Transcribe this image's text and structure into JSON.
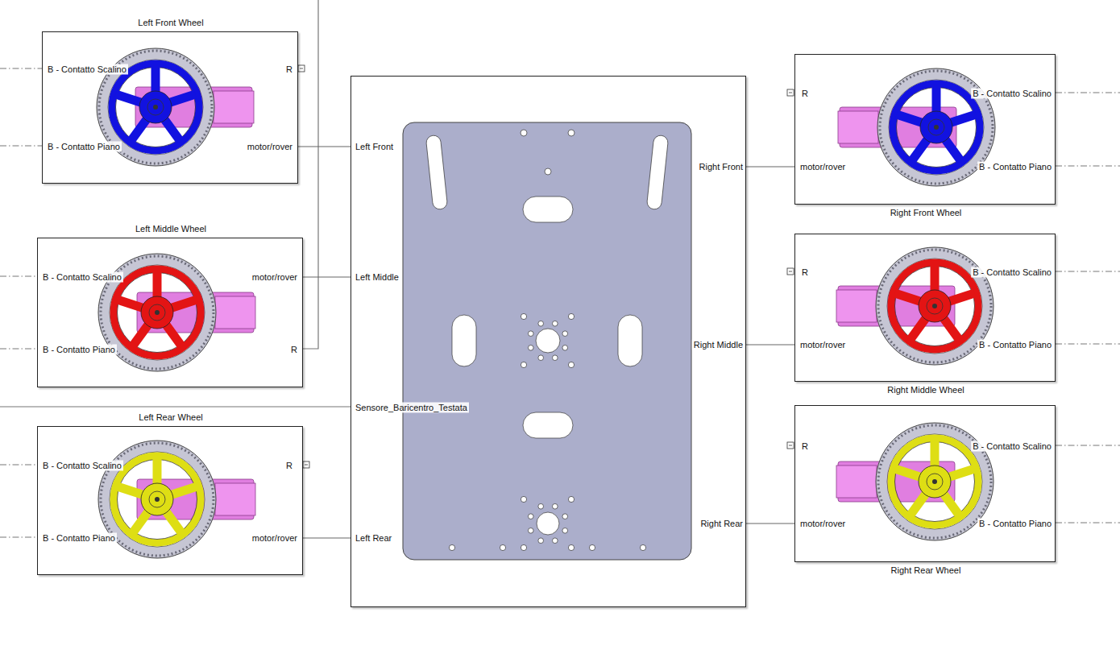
{
  "diagram": {
    "nodes": [
      {
        "text": [
          "Left Front Wheel",
          "B - Contatto Scalino",
          "R",
          "B - Contatto Piano",
          "motor/rover"
        ]
      },
      {
        "text": [
          "Left Middle Wheel",
          "B - Contatto Scalino",
          "motor/rover",
          "B - Contatto Piano",
          "R"
        ]
      },
      {
        "text": [
          "Left Rear Wheel",
          "B - Contatto Scalino",
          "R",
          "B - Contatto Piano",
          "motor/rover"
        ]
      },
      {
        "text": [
          "Left Front",
          "Left Middle",
          "Sensore_Baricentro_Testata",
          "Left Rear",
          "Right Front",
          "Right Middle",
          "Right Rear"
        ]
      },
      {
        "text": [
          "Right Front Wheel",
          "R",
          "B - Contatto Scalino",
          "motor/rover",
          "B - Contatto Piano"
        ]
      },
      {
        "text": [
          "Right Middle Wheel",
          "R",
          "B - Contatto Scalino",
          "motor/rover",
          "B - Contatto Piano"
        ]
      },
      {
        "text": [
          "Right Rear Wheel",
          "R",
          "B - Contatto Scalino",
          "motor/rover",
          "B - Contatto Piano"
        ]
      }
    ],
    "edges": [
      {
        "from": 0,
        "to": 3,
        "arrow": "none"
      },
      {
        "from": 1,
        "to": 3,
        "arrow": "none"
      },
      {
        "from": 2,
        "to": 3,
        "arrow": "none"
      },
      {
        "from": 4,
        "to": 3,
        "arrow": "none"
      },
      {
        "from": 5,
        "to": 3,
        "arrow": "none"
      },
      {
        "from": 6,
        "to": 3,
        "arrow": "none"
      }
    ]
  }
}
